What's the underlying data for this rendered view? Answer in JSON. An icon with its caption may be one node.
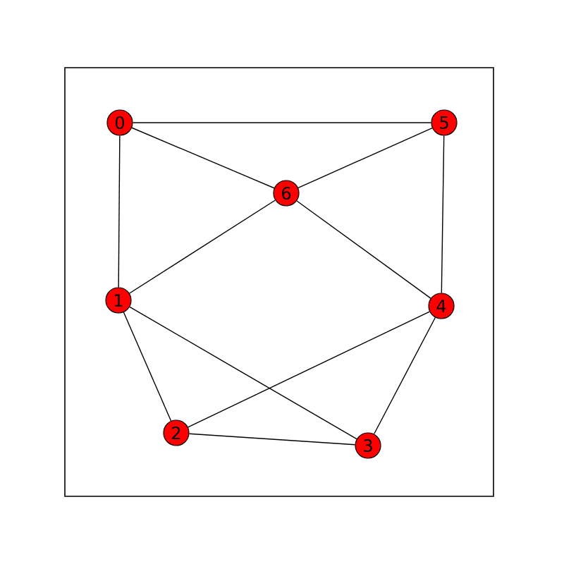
{
  "diagram": {
    "nodes": [
      {
        "text": [
          "0"
        ]
      },
      {
        "text": [
          "1"
        ]
      },
      {
        "text": [
          "2"
        ]
      },
      {
        "text": [
          "3"
        ]
      },
      {
        "text": [
          "4"
        ]
      },
      {
        "text": [
          "5"
        ]
      },
      {
        "text": [
          "6"
        ]
      }
    ],
    "edges": [
      {
        "from": 0,
        "to": 5,
        "arrow": "none"
      },
      {
        "from": 0,
        "to": 6,
        "arrow": "none"
      },
      {
        "from": 0,
        "to": 1,
        "arrow": "none"
      },
      {
        "from": 5,
        "to": 6,
        "arrow": "none"
      },
      {
        "from": 5,
        "to": 4,
        "arrow": "none"
      },
      {
        "from": 6,
        "to": 1,
        "arrow": "none"
      },
      {
        "from": 6,
        "to": 4,
        "arrow": "none"
      },
      {
        "from": 1,
        "to": 2,
        "arrow": "none"
      },
      {
        "from": 1,
        "to": 3,
        "arrow": "none"
      },
      {
        "from": 2,
        "to": 4,
        "arrow": "none"
      },
      {
        "from": 2,
        "to": 3,
        "arrow": "none"
      },
      {
        "from": 3,
        "to": 4,
        "arrow": "none"
      }
    ]
  }
}
